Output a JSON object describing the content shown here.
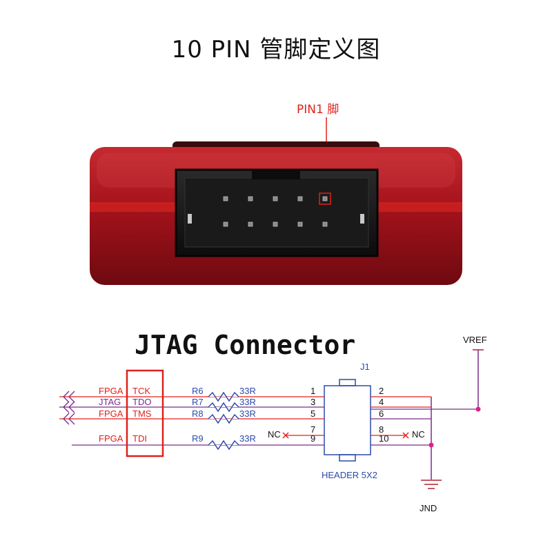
{
  "title": "10 PIN 管脚定义图",
  "pin1_label": "PIN1 脚",
  "schematic": {
    "title": "JTAG Connector",
    "vref": "VREF",
    "gnd": "JND",
    "connector_ref": "J1",
    "connector_name": "HEADER 5X2",
    "nc": "NC",
    "signals": [
      {
        "prefix": "FPGA",
        "name": "TCK",
        "res": "R6",
        "val": "33R",
        "pin": "1"
      },
      {
        "prefix": "JTAG",
        "name": "TDO",
        "res": "R7",
        "val": "33R",
        "pin": "3"
      },
      {
        "prefix": "FPGA",
        "name": "TMS",
        "res": "R8",
        "val": "33R",
        "pin": "5"
      },
      {
        "prefix": "FPGA",
        "name": "TDI",
        "res": "R9",
        "val": "33R",
        "pin": "9"
      }
    ],
    "pin7": "7",
    "right_pins": [
      "2",
      "4",
      "6",
      "8",
      "10"
    ]
  },
  "colors": {
    "wire_red": "#e0201a",
    "wire_purple": "#7a2a8a",
    "resistor_blue": "#2a4aa8",
    "junction": "#e0208a",
    "device_red": "#b51620"
  }
}
